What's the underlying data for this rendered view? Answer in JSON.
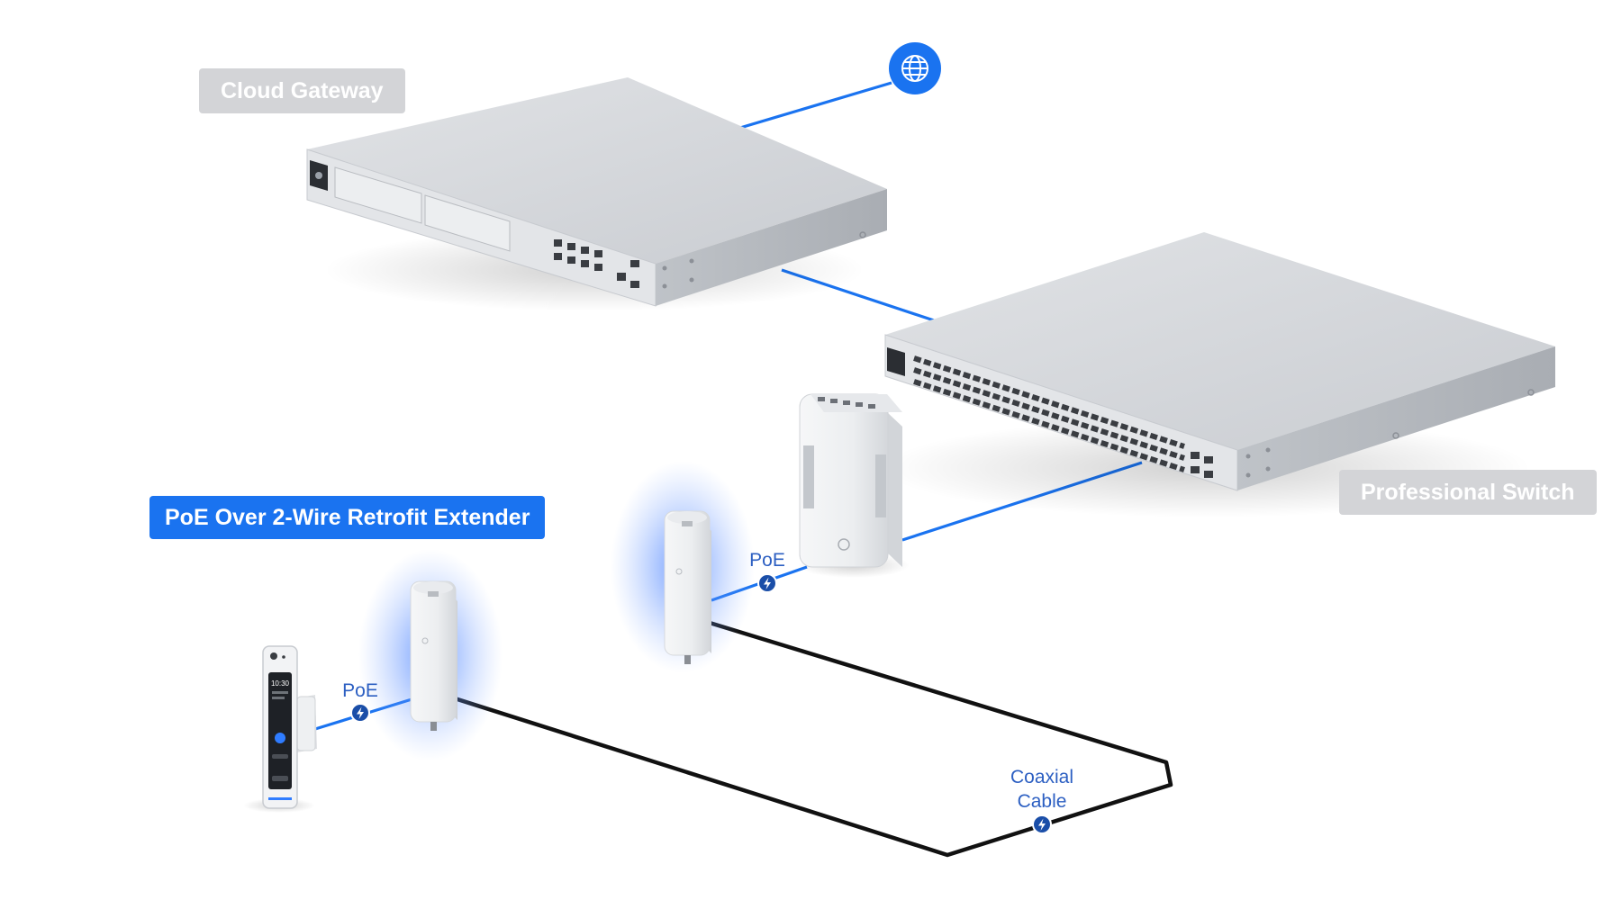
{
  "labels": {
    "cloud_gateway": "Cloud Gateway",
    "professional_switch": "Professional Switch",
    "extender": "PoE Over 2-Wire Retrofit Extender"
  },
  "cables": {
    "poe_left": "PoE",
    "poe_right": "PoE",
    "coaxial_line1": "Coaxial",
    "coaxial_line2": "Cable"
  },
  "icons": {
    "internet": "globe-icon",
    "power": "lightning-bolt-icon"
  },
  "intercom_screen": {
    "time": "10:30"
  },
  "colors": {
    "link_blue": "#1a73f0",
    "label_gray": "#d3d4d7",
    "device_gray": "#d7dade",
    "coax_black": "#111111"
  }
}
